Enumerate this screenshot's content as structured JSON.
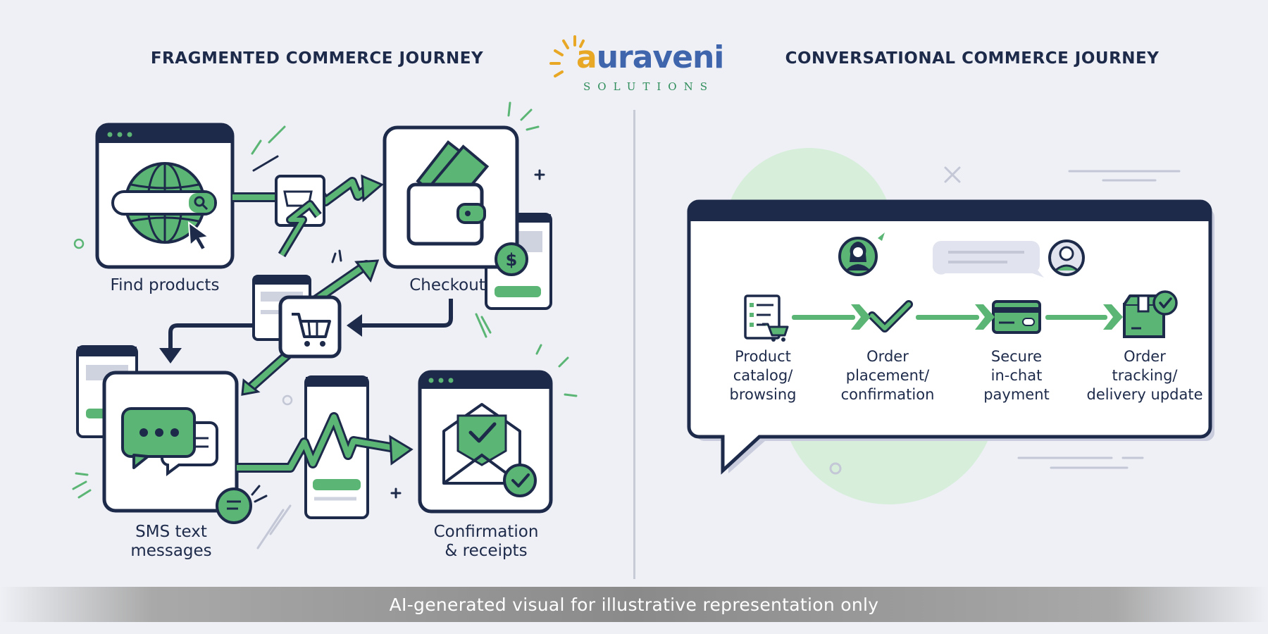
{
  "header": {
    "left_title": "FRAGMENTED COMMERCE JOURNEY",
    "right_title": "CONVERSATIONAL COMMERCE JOURNEY",
    "logo": {
      "word": "auraveni",
      "first_letter": "a",
      "rest": "uraveni",
      "tagline": "SOLUTIONS"
    }
  },
  "fragmented": {
    "find_products": "Find products",
    "checkout": "Checkout",
    "sms_line1": "SMS text",
    "sms_line2": "messages",
    "confirm_line1": "Confirmation",
    "confirm_line2": "& receipts"
  },
  "conversational": {
    "steps": [
      {
        "line1": "Product",
        "line2": "catalog/",
        "line3": "browsing",
        "icon": "catalog-cart-icon"
      },
      {
        "line1": "Order",
        "line2": "placement/",
        "line3": "confirmation",
        "icon": "checkmark-icon"
      },
      {
        "line1": "Secure",
        "line2": "in-chat",
        "line3": "payment",
        "icon": "credit-card-icon"
      },
      {
        "line1": "Order",
        "line2": "tracking/",
        "line3": "delivery update",
        "icon": "package-check-icon"
      }
    ]
  },
  "footer": {
    "disclaimer": "AI-generated visual for illustrative representation only"
  },
  "colors": {
    "navy": "#1d2a4a",
    "green": "#5bb574",
    "light_green": "#d7eedb",
    "blue": "#3f66ad",
    "gold": "#e8a825",
    "background": "#eef0f5"
  }
}
